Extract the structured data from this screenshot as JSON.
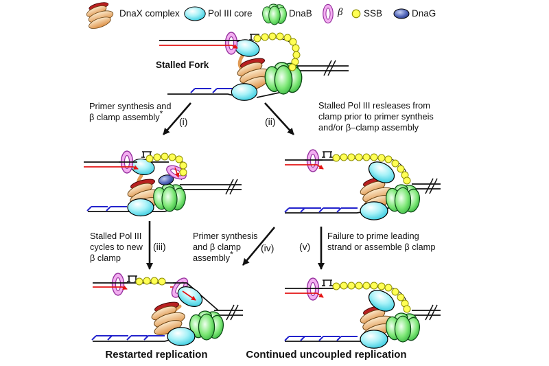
{
  "legend": {
    "items": [
      {
        "label": "DnaX complex"
      },
      {
        "label": "Pol III core"
      },
      {
        "label": "DnaB"
      },
      {
        "label": "β"
      },
      {
        "label": "SSB"
      },
      {
        "label": "DnaG"
      }
    ]
  },
  "diagram": {
    "stalled_fork_label": "Stalled Fork",
    "steps": {
      "i": {
        "label": "(i)",
        "lines": [
          "Primer synthesis and",
          "β clamp assembly"
        ],
        "suffix": "*"
      },
      "ii": {
        "label": "(ii)",
        "lines": [
          "Stalled Pol III resleases from",
          "clamp prior to primer syntheis",
          "and/or β–clamp assembly"
        ]
      },
      "iii": {
        "label": "(iii)",
        "lines": [
          "Stalled Pol III",
          "cycles to new",
          "β clamp"
        ]
      },
      "iv": {
        "label": "(iv)",
        "lines": [
          "Primer synthesis",
          "and β clamp",
          "assembly"
        ],
        "suffix": "*"
      },
      "v": {
        "label": "(v)",
        "lines": [
          "Failure to prime leading",
          "strand or assemble β clamp"
        ]
      }
    },
    "outcomes": {
      "left": "Restarted replication",
      "right": "Continued uncoupled replication"
    }
  },
  "colors": {
    "pol3_core": "#49d0e2",
    "dnab": "#2db83c",
    "dnax": "#e8a45e",
    "dnax_crescent": "#b82020",
    "beta_clamp": "#f3aef1",
    "beta_outline": "#97339f",
    "ssb": "#ffff55",
    "dnag": "#32418f",
    "nascent_leading_strand": "#e41414",
    "okazaki_fragments": "#2222cc",
    "template_dna": "#111111"
  }
}
